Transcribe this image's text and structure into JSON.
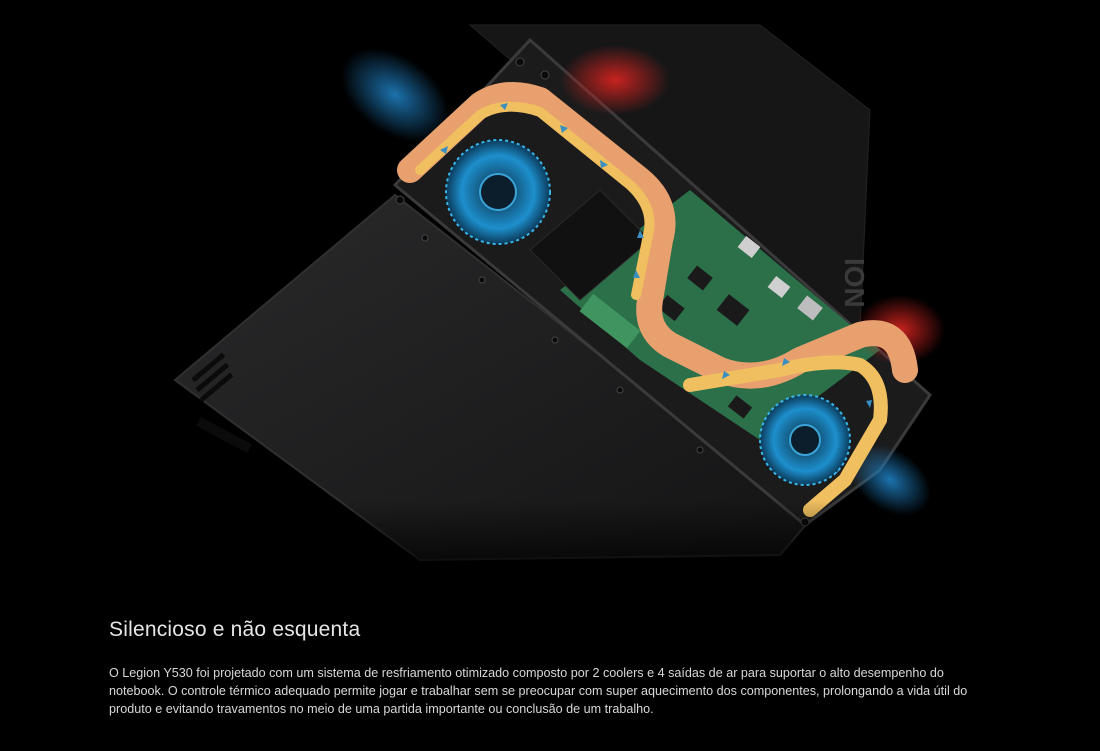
{
  "section": {
    "title": "Silencioso e não esquenta",
    "body": "O Legion Y530 foi projetado com um sistema de resfriamento otimizado composto por 2 coolers e 4 saídas de ar para suportar o alto desempenho do notebook. O controle térmico adequado permite jogar e trabalhar sem se preocupar com super aquecimento dos componentes, prolongando a vida útil do produto e evitando travamentos no meio de uma partida importante ou conclusão de um trabalho."
  },
  "colors": {
    "background": "#000000",
    "chassis": "#1e1e1f",
    "board": "#2f7a4f",
    "heatpipe_outer": "#e8a06e",
    "heatpipe_inner": "#f0c060",
    "fan": "#2aa0d8",
    "hot_air": "#c0201e",
    "cool_air": "#1c6fa8"
  },
  "hero": {
    "image": "laptop-cooling-illustration",
    "logo_partial": "ION"
  }
}
